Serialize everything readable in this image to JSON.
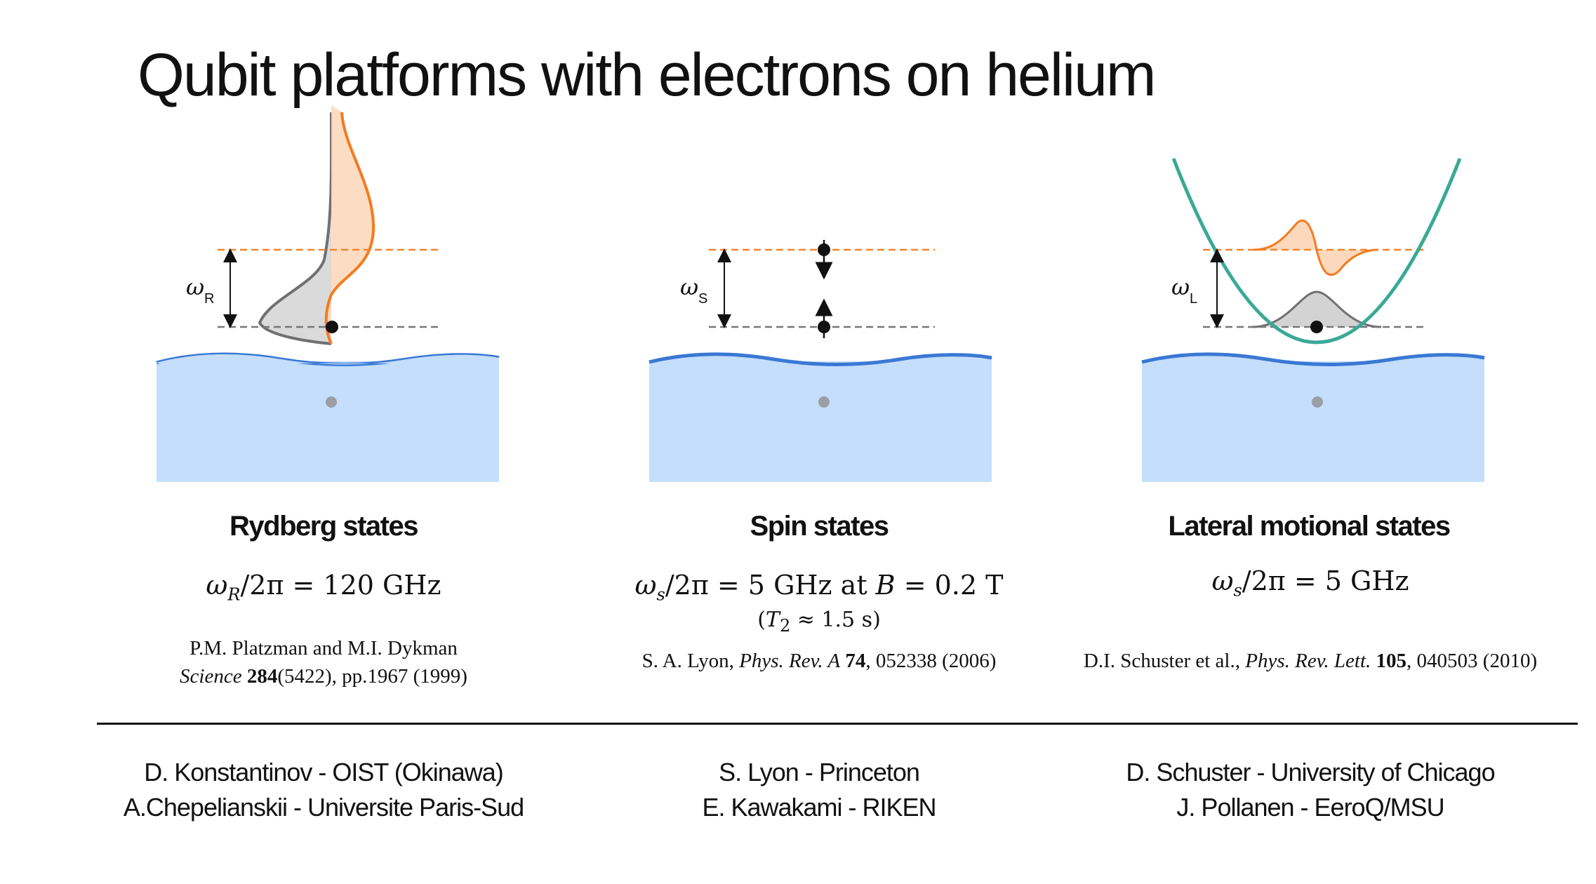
{
  "title": "Qubit platforms with electrons on helium",
  "panels": [
    {
      "heading": "Rydberg states",
      "freq_symbol": "ω",
      "freq_subscript": "R",
      "equation": {
        "lhs": "ω",
        "lhs_sub": "R",
        "rest": "/2π = 120 GHz"
      },
      "ref_line1": "P.M. Platzman and M.I. Dykman",
      "ref_journal": "Science",
      "ref_volume": "284",
      "ref_rest": "(5422), pp.1967 (1999)"
    },
    {
      "heading": "Spin states",
      "freq_symbol": "ω",
      "freq_subscript": "S",
      "equation": {
        "lhs": "ω",
        "lhs_sub": "s",
        "rest": "/2π = 5 GHz at ",
        "b": "B",
        "rest2": " = 0.2 T"
      },
      "equation2": {
        "t": "T",
        "t_sub": "2",
        "rest": " ≈ 1.5 s"
      },
      "ref_author": "S. A. Lyon, ",
      "ref_journal": "Phys. Rev. A",
      "ref_volume": "74",
      "ref_rest": ", 052338 (2006)"
    },
    {
      "heading": "Lateral motional states",
      "freq_symbol": "ω",
      "freq_subscript": "L",
      "equation": {
        "lhs": "ω",
        "lhs_sub": "s",
        "rest": "/2π = 5 GHz"
      },
      "ref_author": "D.I. Schuster et al., ",
      "ref_journal": "Phys. Rev. Lett.",
      "ref_volume": "105",
      "ref_rest": ", 040503 (2010)"
    }
  ],
  "groups": [
    [
      "D. Konstantinov - OIST (Okinawa)",
      "A.Chepelianskii - Universite Paris-Sud"
    ],
    [
      "S. Lyon - Princeton",
      "E. Kawakami - RIKEN"
    ],
    [
      "D. Schuster - University of Chicago",
      "J. Pollanen - EeroQ/MSU"
    ]
  ],
  "colors": {
    "helium_fill": "#c4defb",
    "helium_surface": "#3a78d4",
    "excited_level": "#f5832a",
    "ground_level": "#777777",
    "wavefunction_excited": "#f47b20",
    "wavefunction_ground": "#707070",
    "trap_potential": "#3aa996",
    "image_charge": "#9a9fa6"
  }
}
